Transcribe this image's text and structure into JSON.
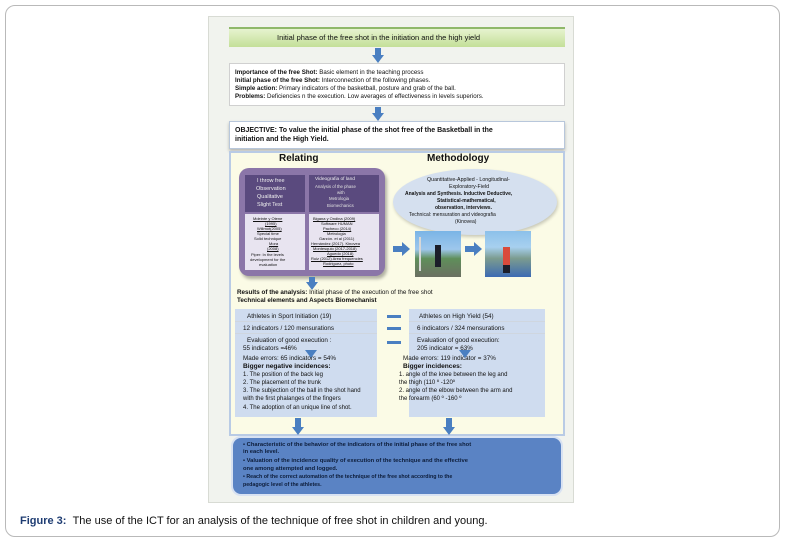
{
  "poster": {
    "header": "Initial phase of the free shot in the initiation and the high yield",
    "intro": {
      "l1_b": "Importance of the free Shot:",
      "l1": " Basic element in the teaching process",
      "l2_b": "Initial phase of the free Shot:",
      "l2": " Interconnection of the following phases.",
      "l3_b": "Simple action:",
      "l3": " Primary indicators of the basketball, posture and grab of the ball.",
      "l4_b": "Problems:",
      "l4": " Deficiencies n the execution.  Low averages of effectiveness in levels superiors."
    },
    "objective": {
      "l1": "OBJECTIVE: To value the initial phase of the shot free of the Basketball in the",
      "l2": "initiation and the High Yield."
    },
    "relating": {
      "title": "Relating",
      "left_head": [
        "I throw free",
        "Observation",
        "Qualitative",
        "Slight Test"
      ],
      "left_body": [
        "Mdeinte y Otene",
        "(1995)",
        "Willmot(2005)",
        "Special time",
        "Solid technique",
        "Mora",
        "(2008)",
        "Piper: In the levels",
        "development for the",
        "evaluation"
      ],
      "right_head": [
        "Videografia of land",
        "Analysis of the phase",
        "with",
        "Metrologia",
        "Biomechanics"
      ],
      "right_body": [
        "Bigana y Ondina (2009)",
        "Software HUMAN",
        "Pacheco (2014)",
        "Metrologia",
        "Garzón. et al (2011)",
        "Hernández (2017). Kinovea",
        "Montesquio (2017-2018)",
        "Aguedo (2018)",
        "Ruiz (2012) Area frequencies",
        "Rodriguez, photo"
      ]
    },
    "methodology": {
      "title": "Methodology",
      "lines": [
        "Quantitative-Applied - Longitudinal-",
        "Exploratory-Field",
        "Analysis and Synthesis. Inductive Deductive,",
        "Statistical-mathematical,",
        "observation,  interviews.",
        "Technical:   mensuration and videografia",
        "(Kinovea)"
      ]
    },
    "results": {
      "l1_b": "Results of the analysis:",
      "l1": " Initial phase of the execution of the free shot",
      "l2": "Technical elements and Aspects Biomechanist"
    },
    "left_col": {
      "athletes": "Athletes in Sport Initiation (19)",
      "indicators": "12 indicators / 120 mensurations",
      "eval": [
        "Evaluation of good execution :",
        "55 indicators =46%"
      ],
      "errors": "Made errors: 65 indicators = 54%",
      "bigger": "Bigger negative incidences:",
      "items": [
        "1.   The position of the back leg",
        "2.   The placement of the trunk",
        "3.   The subjection of the ball in the shot hand",
        "      with the first phalanges of the fingers",
        "4.   The adoption of an unique line of shot."
      ]
    },
    "right_col": {
      "athletes": "Athletes on High Yield (54)",
      "indicators": "6 indicators / 324 mensurations",
      "eval": [
        "Evaluation of good execution:",
        "205 indicator = 63%"
      ],
      "errors": "Made errors:  119 indicator = 37%",
      "bigger": "Bigger incidences:",
      "items": [
        "1. angle of the knee between the leg and",
        "    the thigh (110 º -120º",
        "2. angle of the elbow between the arm and",
        "    the forearm (60 º -160 º"
      ]
    },
    "conclusion": {
      "b1": [
        "•  Characteristic of the behavior of the indicators of the initial phase of the free shot",
        "   in  each level."
      ],
      "b2": [
        "•  Valuation of the incidence quality of execution of the technique and the effective",
        "one among attempted and logged."
      ],
      "b3": [
        "•  Reach of the correct automation of the technique of the free shot according to the",
        "   pedagogic level  of the athletes."
      ]
    }
  },
  "caption": {
    "label": "Figure 3:",
    "text": "The use of the ICT for an analysis of the technique of free shot in children and young."
  },
  "colors": {
    "header_green": "#cfe6a8",
    "relating_purple": "#8b76a8",
    "blue_arrow": "#4a7fc1",
    "conclusion_blue": "#5a83c4",
    "light_blue": "#cfdcef"
  }
}
